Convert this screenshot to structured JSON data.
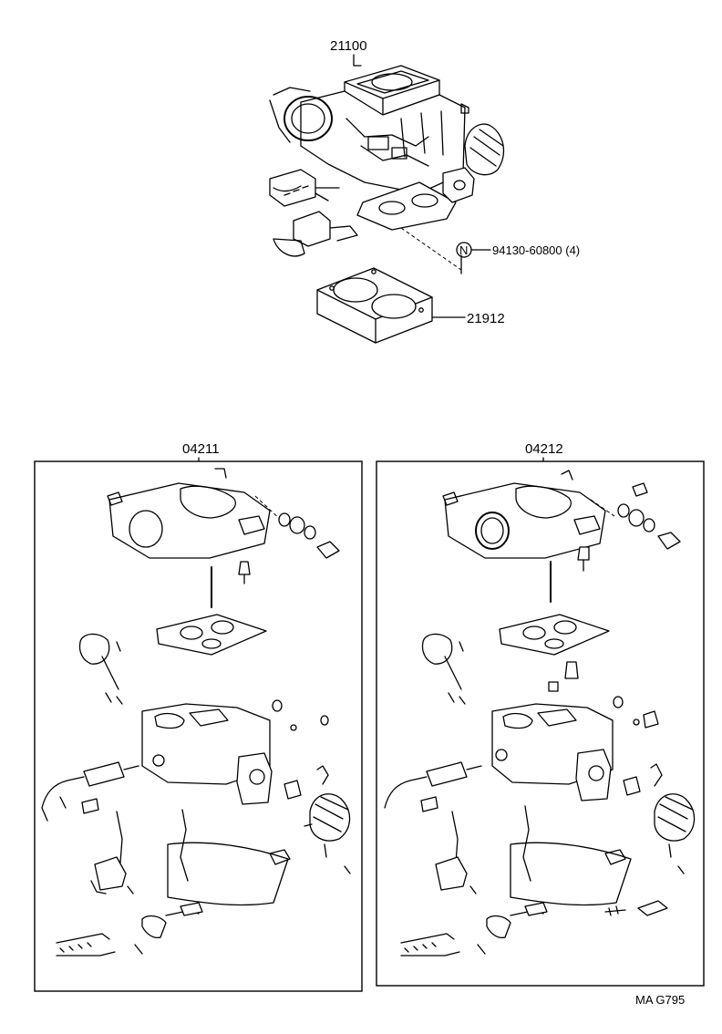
{
  "parts": {
    "carburetor_assy": "21100",
    "gasket": "21912",
    "nut_marker": "N",
    "nut_part": "94130-60800 (4)",
    "kit_left": "04211",
    "kit_right": "04212"
  },
  "footer": {
    "code": "MA G795"
  }
}
